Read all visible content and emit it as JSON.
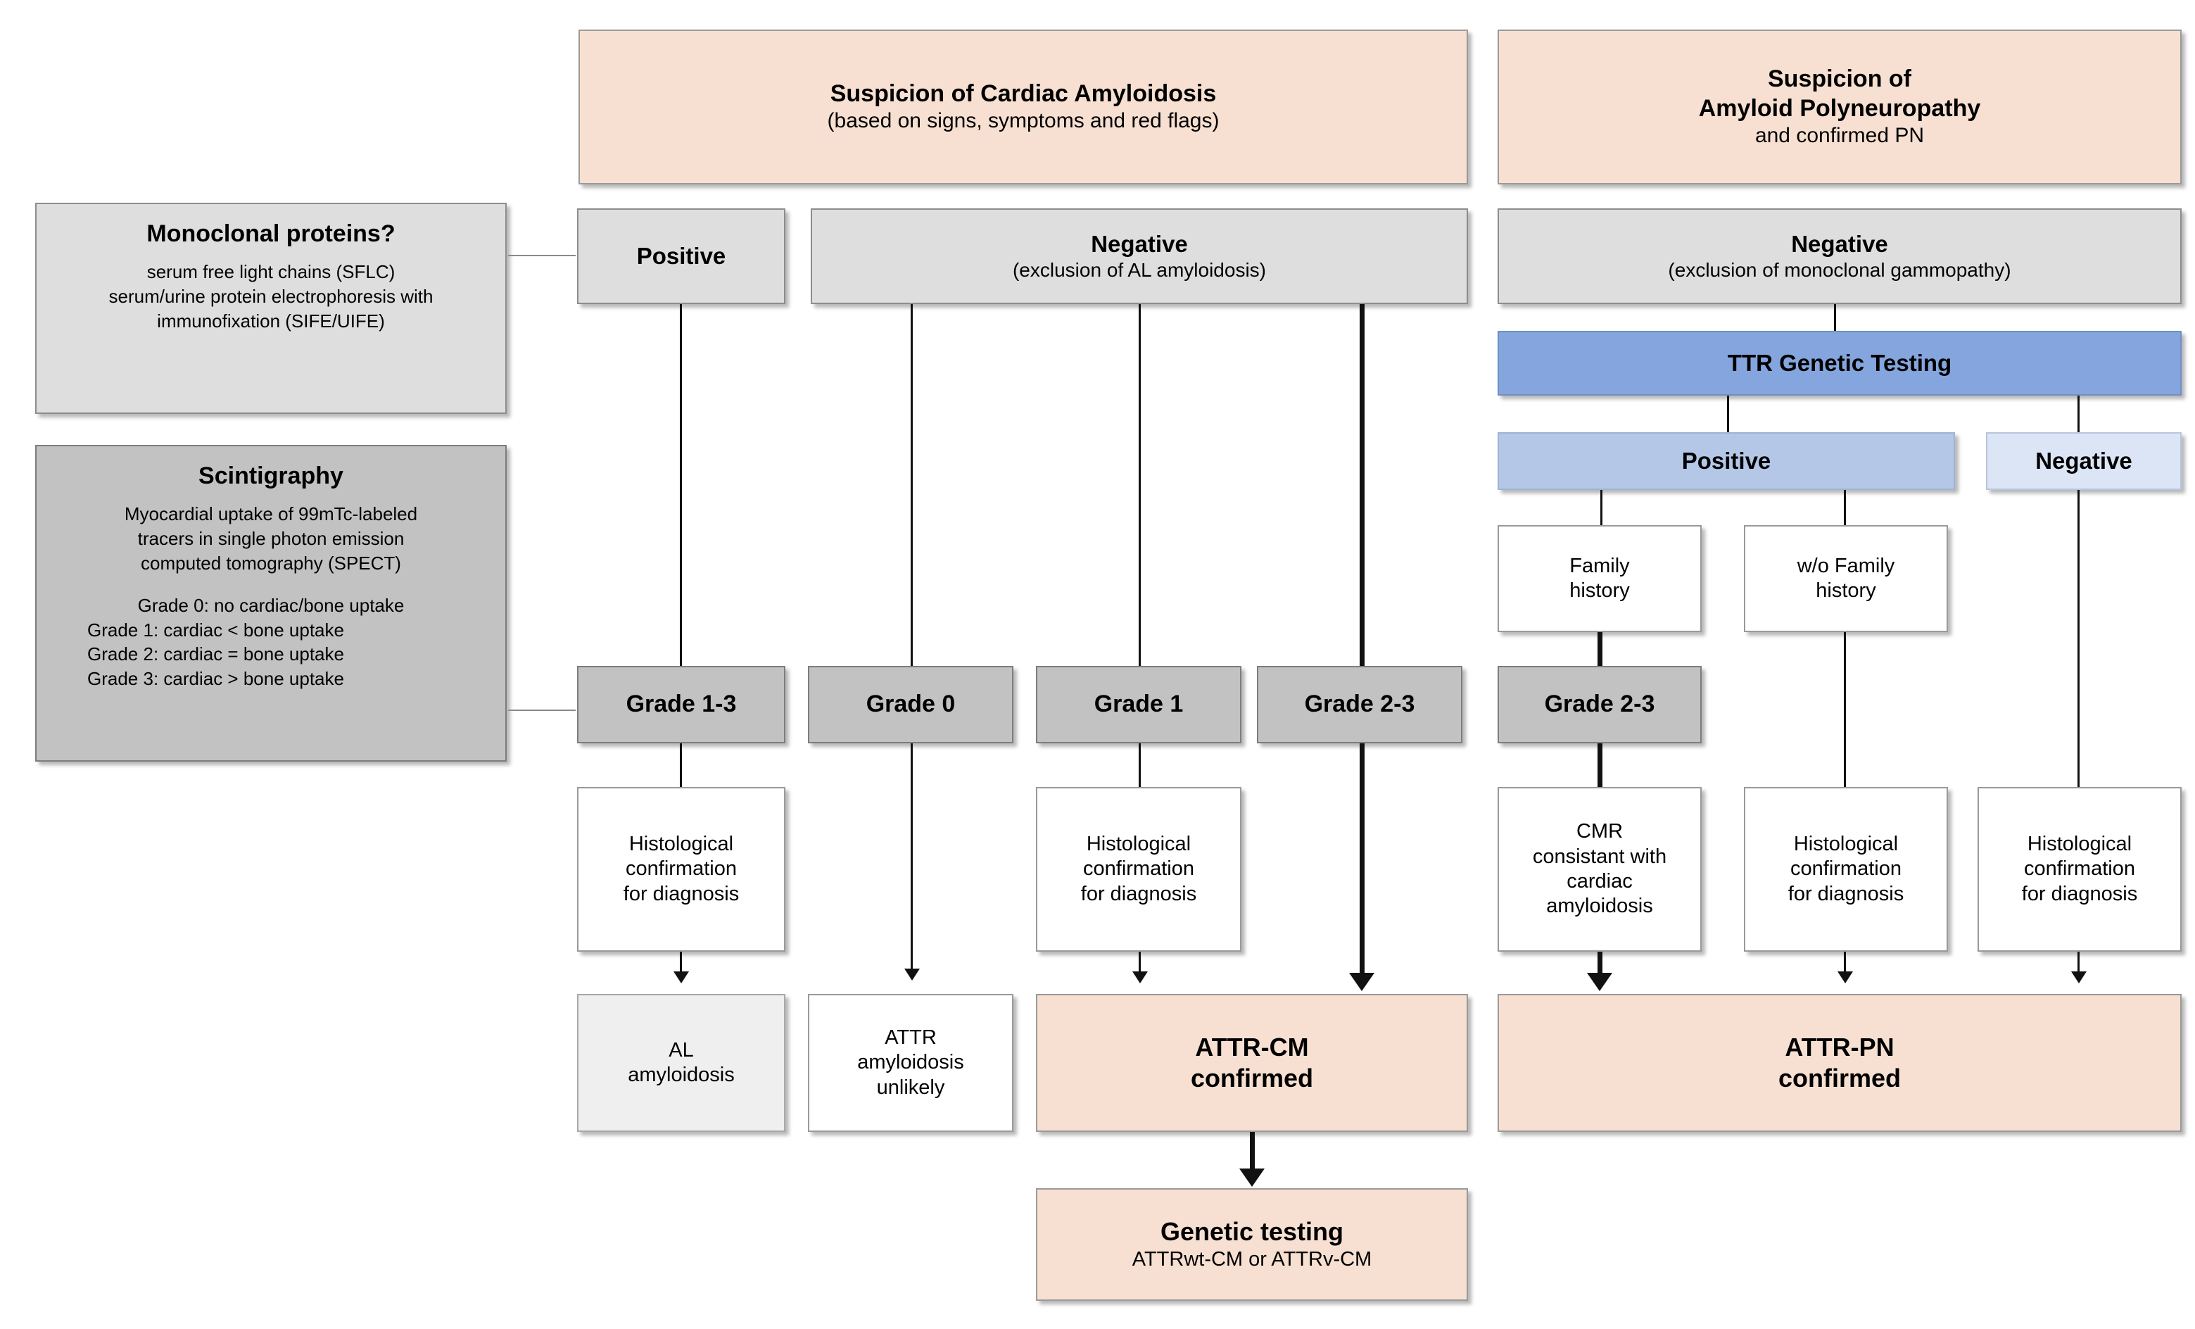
{
  "headers": {
    "cardiac": {
      "title": "Suspicion of Cardiac Amyloidosis",
      "subtitle": "(based on signs, symptoms and red flags)"
    },
    "pn": {
      "line1": "Suspicion of",
      "line2": "Amyloid Polyneuropathy",
      "line3": "and confirmed PN"
    }
  },
  "panels": {
    "monoclonal": {
      "title": "Monoclonal proteins?",
      "line1": "serum free light chains (SFLC)",
      "line2": "serum/urine protein electrophoresis with",
      "line3": "immunofixation (SIFE/UIFE)"
    },
    "scintigraphy": {
      "title": "Scintigraphy",
      "line1": "Myocardial uptake of 99mTc-labeled",
      "line2": "tracers in single photon emission",
      "line3": "computed tomography (SPECT)",
      "grade0": "Grade 0: no cardiac/bone uptake",
      "grade1": "Grade 1: cardiac < bone uptake",
      "grade2": "Grade 2: cardiac = bone uptake",
      "grade3": "Grade 3: cardiac > bone uptake"
    }
  },
  "results_row": {
    "positive": "Positive",
    "negative_title": "Negative",
    "negative_sub": "(exclusion of AL amyloidosis)",
    "pn_negative_title": "Negative",
    "pn_negative_sub": "(exclusion of monoclonal gammopathy)"
  },
  "ttr": {
    "testing": "TTR Genetic Testing",
    "positive": "Positive",
    "negative": "Negative",
    "family_history": "Family\nhistory",
    "family_history_l1": "Family",
    "family_history_l2": "history",
    "wo_family_history_l1": "w/o Family",
    "wo_family_history_l2": "history"
  },
  "grades": {
    "g13": "Grade 1-3",
    "g0": "Grade 0",
    "g1": "Grade 1",
    "g23": "Grade 2-3",
    "g23_pn": "Grade 2-3"
  },
  "histology": {
    "l1": "Histological",
    "l2": "confirmation",
    "l3": "for diagnosis"
  },
  "cmr": {
    "title": "CMR",
    "l1": "consistant with",
    "l2": "cardiac",
    "l3": "amyloidosis"
  },
  "outcomes": {
    "al_l1": "AL",
    "al_l2": "amyloidosis",
    "attr_unlikely_l1": "ATTR",
    "attr_unlikely_l2": "amyloidosis",
    "attr_unlikely_l3": "unlikely",
    "attr_cm_l1": "ATTR-CM",
    "attr_cm_l2": "confirmed",
    "attr_pn_l1": "ATTR-PN",
    "attr_pn_l2": "confirmed",
    "genetic_title": "Genetic testing",
    "genetic_sub": "ATTRwt-CM or ATTRv-CM"
  },
  "colors": {
    "peach": "#f7e0d2",
    "grey_light": "#dedede",
    "grey_dark": "#c2c2c2",
    "blue_dark": "#84a5dd",
    "blue_mid": "#b4c7e7",
    "blue_light": "#dce5f5"
  }
}
